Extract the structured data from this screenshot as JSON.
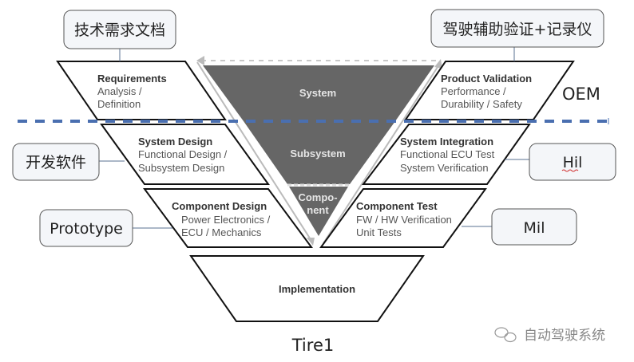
{
  "colors": {
    "triangle_fill": "#666666",
    "dashed_line": "#4a6fb0",
    "arrow": "#bbbbbb",
    "callout_fill": "#f4f6f9",
    "callout_stroke": "#555555"
  },
  "triangle": {
    "levels": [
      "System",
      "Subsystem",
      "Compo-",
      "nent"
    ]
  },
  "left_blocks": [
    {
      "title": "Requirements",
      "lines": [
        "Analysis /",
        "Definition"
      ]
    },
    {
      "title": "System Design",
      "lines": [
        "Functional Design /",
        "Subsystem Design"
      ]
    },
    {
      "title": "Component Design",
      "lines": [
        "Power Electronics /",
        "ECU / Mechanics"
      ]
    }
  ],
  "right_blocks": [
    {
      "title": "Product Validation",
      "lines": [
        "Performance /",
        "Durability / Safety"
      ]
    },
    {
      "title": "System Integration",
      "lines": [
        "Functional ECU Test",
        "System Verification"
      ]
    },
    {
      "title": "Component Test",
      "lines": [
        "FW / HW Verification",
        "Unit Tests"
      ]
    }
  ],
  "bottom_block": {
    "title": "Implementation"
  },
  "callouts": {
    "tech_docs": "技术需求文档",
    "adas_validation": "驾驶辅助验证+记录仪",
    "dev_software": "开发软件",
    "prototype": "Prototype",
    "hil": "Hil",
    "mil": "Mil"
  },
  "labels": {
    "oem": "OEM",
    "tier1": "Tire1"
  },
  "watermark": {
    "icon": "wechat-icon",
    "text": "自动驾驶系统"
  }
}
